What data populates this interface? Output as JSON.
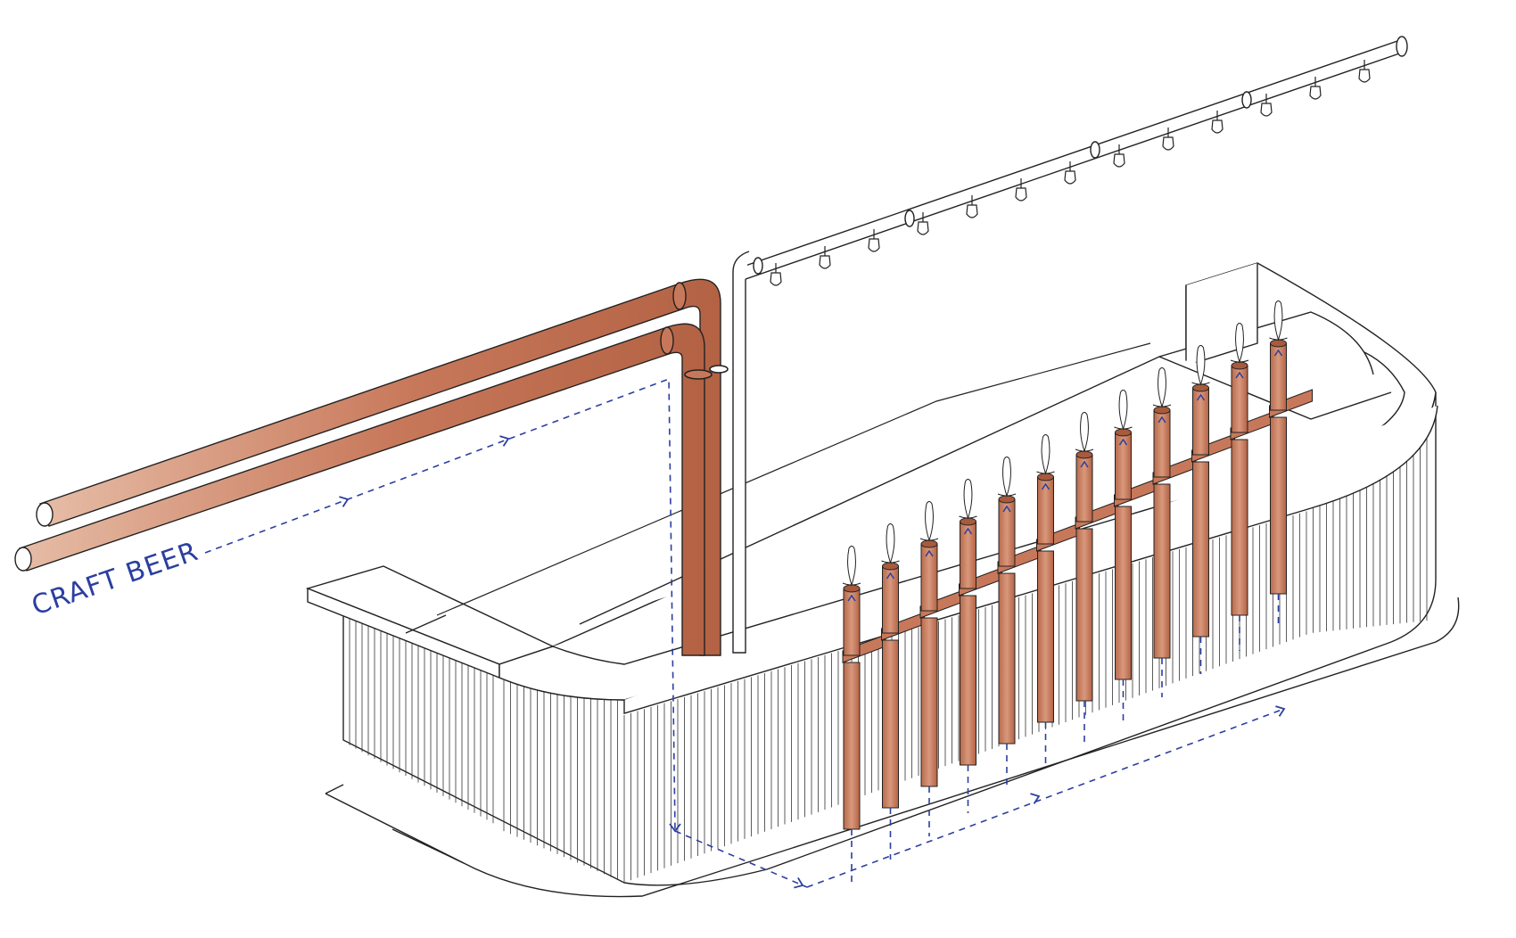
{
  "diagram": {
    "flow_label": "CRAFT BEER",
    "colors": {
      "copper": "#c8785a",
      "copper_dark": "#a85a3c",
      "copper_light": "#e2b49c",
      "flow_arrow": "#2b3fa0",
      "line": "#222222",
      "panel_fill": "#ffffff"
    },
    "tap_count": 12,
    "bulb_count": 13,
    "icons": {
      "tap_handle": "tap-handle-icon",
      "light_bulb": "light-bulb-icon",
      "flow_arrow": "arrowhead-icon"
    }
  }
}
